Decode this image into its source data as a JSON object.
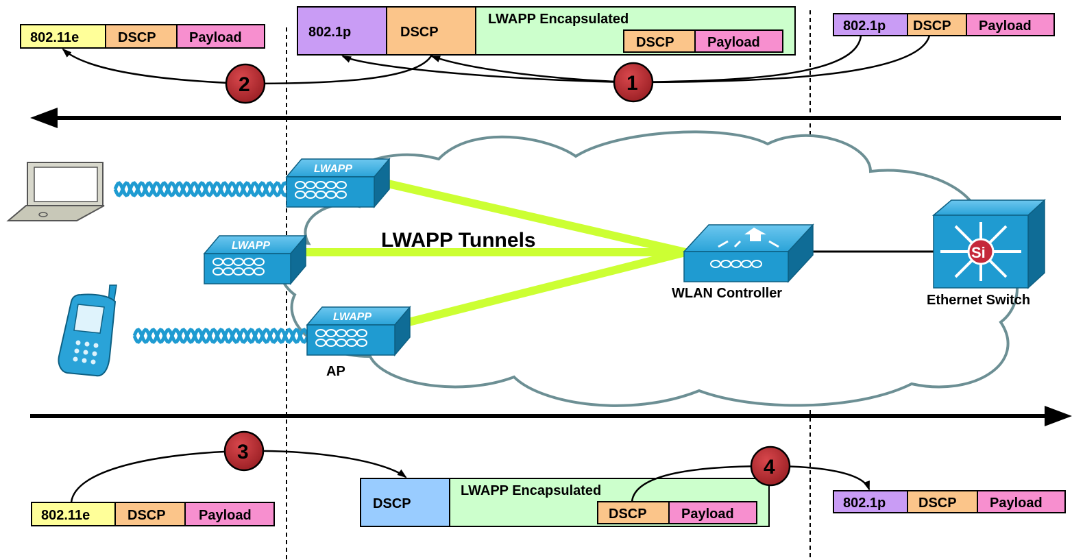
{
  "colors": {
    "dot1q": "#c99cf5",
    "dscp": "#fbc58a",
    "payload": "#f78fcf",
    "dot11e": "#ffff99",
    "lwapp_encap": "#ccffcc",
    "outer_dscp_blue": "#99ccff",
    "step_badge": "#b3282e",
    "tunnel_line": "#ccff33",
    "cloud_stroke": "#6c8f94",
    "device_blue": "#1f9bd1"
  },
  "headers": {
    "top_left": {
      "dot11e": "802.11e",
      "dscp": "DSCP",
      "payload": "Payload"
    },
    "top_center": {
      "dot1p": "802.1p",
      "dscp": "DSCP",
      "encap_label": "LWAPP Encapsulated",
      "inner_dscp": "DSCP",
      "inner_payload": "Payload"
    },
    "top_right": {
      "dot1p": "802.1p",
      "dscp": "DSCP",
      "payload": "Payload"
    },
    "bottom_left": {
      "dot11e": "802.11e",
      "dscp": "DSCP",
      "payload": "Payload"
    },
    "bottom_center": {
      "dscp": "DSCP",
      "encap_label": "LWAPP Encapsulated",
      "inner_dscp": "DSCP",
      "inner_payload": "Payload"
    },
    "bottom_right": {
      "dot1p": "802.1p",
      "dscp": "DSCP",
      "payload": "Payload"
    }
  },
  "steps": [
    "1",
    "2",
    "3",
    "4"
  ],
  "network": {
    "tunnels_label": "LWAPP Tunnels",
    "ap_badge_text": "LWAPP",
    "ap_label": "AP",
    "controller_label": "WLAN Controller",
    "switch_label": "Ethernet Switch",
    "switch_badge": "Si"
  },
  "icons": [
    "laptop-icon",
    "phone-icon",
    "access-point-icon",
    "wlan-controller-icon",
    "ethernet-switch-icon",
    "wireless-signal-icon",
    "cloud-icon",
    "arrow-left-icon",
    "arrow-right-icon"
  ]
}
